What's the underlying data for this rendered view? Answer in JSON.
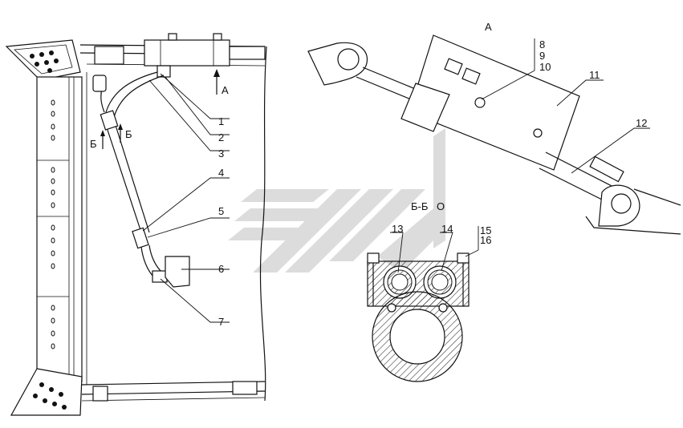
{
  "view_labels": {
    "view_a": "А",
    "arrow_a": "А",
    "section_b_left": "Б",
    "section_b_right": "Б",
    "section_title": "Б-Б",
    "rotation_symbol": "O"
  },
  "callouts": {
    "c1": "1",
    "c2": "2",
    "c3": "3",
    "c4": "4",
    "c5": "5",
    "c6": "6",
    "c7": "7",
    "c8": "8",
    "c9": "9",
    "c10": "10",
    "c11": "11",
    "c12": "12",
    "c13": "13",
    "c14": "14",
    "c15": "15",
    "c16": "16"
  },
  "colors": {
    "line": "#111111",
    "watermark": "#dcdcdc",
    "hatch": "#222222"
  },
  "watermark": {
    "icon": "stripe-logo-watermark"
  }
}
